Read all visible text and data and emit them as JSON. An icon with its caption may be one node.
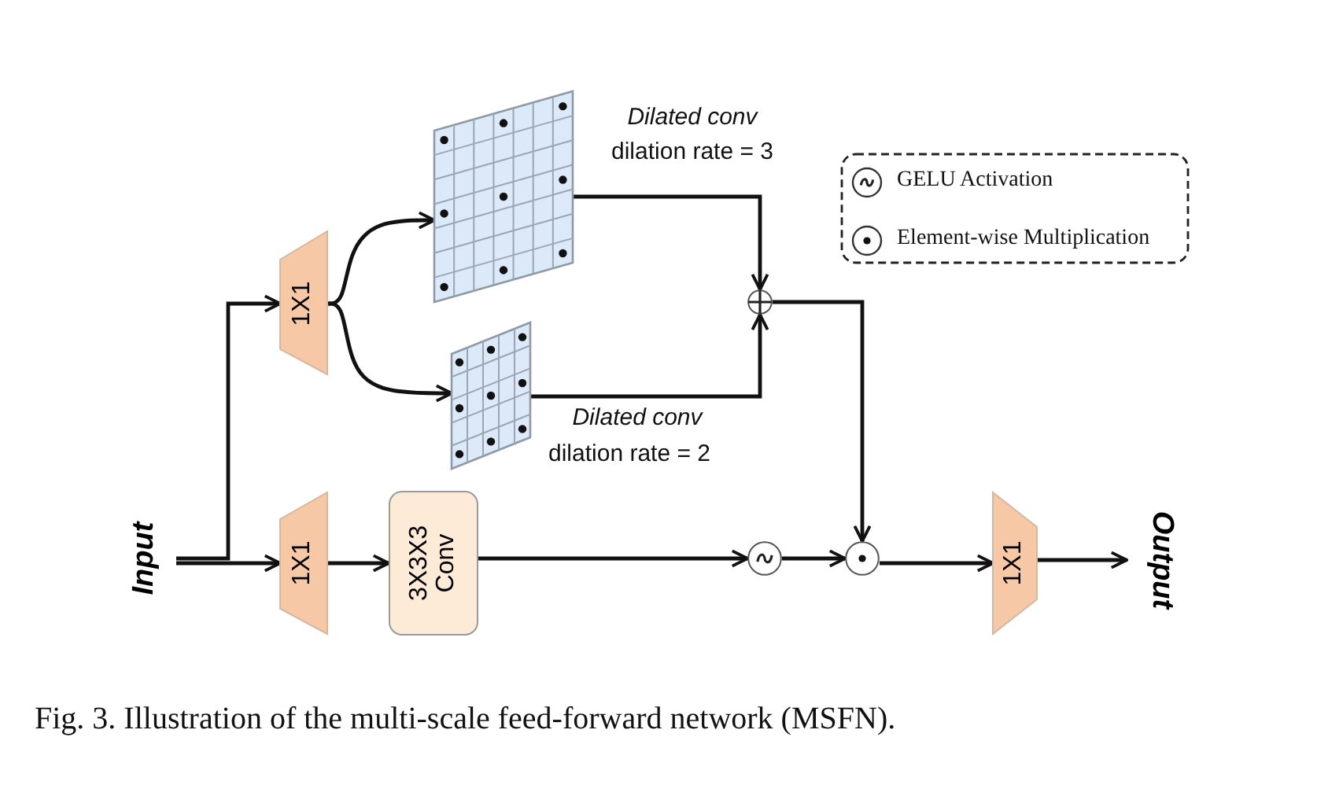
{
  "diagram": {
    "caption": "Fig. 3. Illustration of the multi-scale feed-forward network (MSFN).",
    "nodes": [
      {
        "text": [
          "Input"
        ]
      },
      {
        "text": [
          "1X1"
        ]
      },
      {
        "text": [],
        "shape": "grid",
        "beside": [
          "Dilated conv",
          "dilation rate = 3"
        ]
      },
      {
        "text": [],
        "shape": "grid",
        "beside": [
          "Dilated conv",
          "dilation rate = 2"
        ]
      },
      {
        "text": [],
        "shape": "circle"
      },
      {
        "text": [
          "1X1"
        ]
      },
      {
        "text": [
          "3X3X3 Conv"
        ]
      },
      {
        "text": [],
        "shape": "circle"
      },
      {
        "text": [],
        "shape": "circle"
      },
      {
        "text": [
          "1X1"
        ]
      },
      {
        "text": [
          "Output"
        ]
      }
    ],
    "edges": [
      {
        "from": 0,
        "to": 1,
        "arrow": "to"
      },
      {
        "from": 0,
        "to": 5,
        "arrow": "to"
      },
      {
        "from": 1,
        "to": 2,
        "arrow": "to"
      },
      {
        "from": 1,
        "to": 3,
        "arrow": "to"
      },
      {
        "from": 2,
        "to": 4,
        "arrow": "to"
      },
      {
        "from": 3,
        "to": 4,
        "arrow": "to"
      },
      {
        "from": 4,
        "to": 8,
        "arrow": "to"
      },
      {
        "from": 5,
        "to": 6,
        "arrow": "to"
      },
      {
        "from": 6,
        "to": 7,
        "arrow": "to"
      },
      {
        "from": 7,
        "to": 8,
        "arrow": "to"
      },
      {
        "from": 8,
        "to": 9,
        "arrow": "to"
      },
      {
        "from": 9,
        "to": 10,
        "arrow": "to"
      }
    ],
    "legend": [
      {
        "text": "GELU Activation"
      },
      {
        "text": "Element-wise Multiplication"
      }
    ]
  }
}
